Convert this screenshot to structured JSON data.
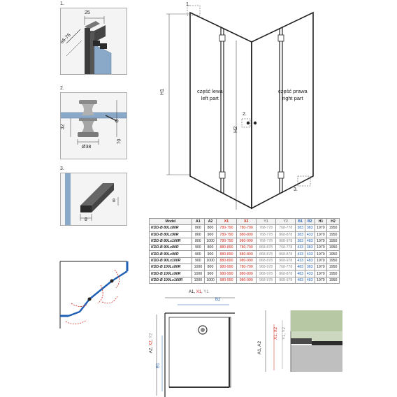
{
  "details": {
    "d1": {
      "label": "1.",
      "dim_top": "25",
      "dim_side": "66-76"
    },
    "d2": {
      "label": "2.",
      "dim_diameter": "Ø38",
      "dim_left": "32",
      "dim_right": "70"
    },
    "d3": {
      "label": "3.",
      "dim_vertical": "8",
      "dim_horizontal": "8"
    }
  },
  "front_view": {
    "left_part": [
      "część lewa",
      "left part"
    ],
    "right_part": [
      "część prawa",
      "right part"
    ],
    "h1": "H1",
    "h2": "H2",
    "callout_1": "1.",
    "callout_2": "2.",
    "callout_3": "3."
  },
  "table": {
    "headers": [
      "Model",
      "A1",
      "A2",
      "X1",
      "X2",
      "Y1",
      "Y2",
      "B1",
      "B2",
      "H1",
      "H2"
    ],
    "header_colors": [
      "#222222",
      "#222222",
      "#222222",
      "#d0281c",
      "#d0281c",
      "#888888",
      "#888888",
      "#1f5fb5",
      "#1f5fb5",
      "#222222",
      "#222222"
    ],
    "rows": [
      [
        "KDD-B 80Lx80R",
        "800",
        "800",
        "780-790",
        "780-790",
        "768-778",
        "768-778",
        "383",
        "383",
        "1970",
        "1950"
      ],
      [
        "KDD-B 80Lx90R",
        "800",
        "900",
        "780-790",
        "880-890",
        "768-778",
        "868-878",
        "383",
        "433",
        "1970",
        "1950"
      ],
      [
        "KDD-B 80Lx100R",
        "800",
        "1000",
        "780-790",
        "980-990",
        "768-778",
        "968-978",
        "383",
        "483",
        "1970",
        "1950"
      ],
      [
        "KDD-B 90Lx80R",
        "900",
        "800",
        "880-890",
        "780-790",
        "868-878",
        "768-778",
        "433",
        "383",
        "1970",
        "1950"
      ],
      [
        "KDD-B 90Lx90R",
        "900",
        "900",
        "880-890",
        "880-890",
        "868-878",
        "868-878",
        "433",
        "433",
        "1970",
        "1950"
      ],
      [
        "KDD-B 90Lx100R",
        "900",
        "1000",
        "880-890",
        "980-990",
        "868-878",
        "968-978",
        "433",
        "483",
        "1970",
        "1950"
      ],
      [
        "KDD-B 100Lx80R",
        "1000",
        "800",
        "980-990",
        "780-790",
        "968-978",
        "768-778",
        "483",
        "383",
        "1970",
        "1950"
      ],
      [
        "KDD-B 100Lx90R",
        "1000",
        "900",
        "980-990",
        "880-890",
        "968-978",
        "868-878",
        "483",
        "433",
        "1970",
        "1950"
      ],
      [
        "KDD-B 100Lx100R",
        "1000",
        "1000",
        "980-990",
        "980-990",
        "968-978",
        "968-978",
        "483",
        "483",
        "1970",
        "1950"
      ]
    ]
  },
  "plan_view": {
    "top_dim": [
      "A1",
      ", ",
      "X1",
      ", ",
      "Y1"
    ],
    "b2": "B2",
    "left_dim": [
      "A2",
      ", ",
      "X2",
      ", ",
      "Y2"
    ],
    "b1": "B1"
  },
  "section_view": {
    "left_label": "A1, A2",
    "x_label": "X1, X2",
    "y_label": "Y1, Y2"
  },
  "colors": {
    "red": "#d0281c",
    "blue": "#1f5fb5",
    "gray": "#888888",
    "glass": "#8aa9c9",
    "profile": "#3b3b3b",
    "detail_bg": "#f2f2f2"
  }
}
